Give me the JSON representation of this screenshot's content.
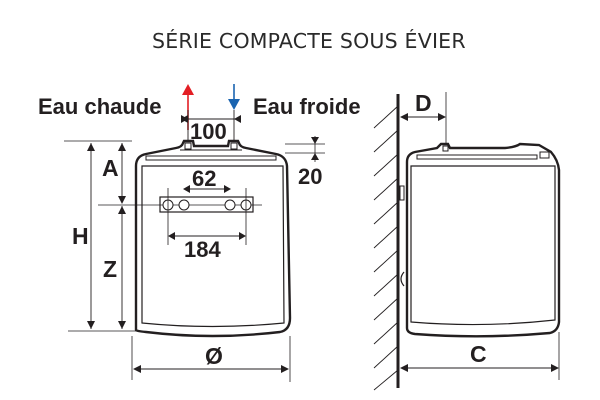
{
  "title": "SÉRIE COMPACTE SOUS ÉVIER",
  "front_view": {
    "hot_water_label": "Eau chaude",
    "cold_water_label": "Eau froide",
    "hot_color": "#e31e24",
    "cold_color": "#1a64b0",
    "dimensions": {
      "pipe_spacing": "100",
      "top_offset": "20",
      "inner_spacing": "62",
      "outer_spacing": "184",
      "A": "A",
      "H": "H",
      "Z": "Z",
      "diameter": "Ø"
    }
  },
  "side_view": {
    "dimensions": {
      "D": "D",
      "C": "C"
    }
  }
}
